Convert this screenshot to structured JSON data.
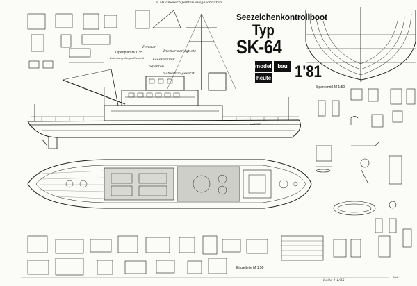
{
  "sheet": {
    "title": "Seezeichenkontrollboot",
    "type_line": "Typ",
    "model": "SK-64",
    "logo": {
      "top_left": "modell",
      "top_right": "bau",
      "bottom_left": "heute"
    },
    "issue": "1'81",
    "typeplan_label": "Typenplan  M 1:35",
    "drawing_credit": "Zeichnung: Jürgen Eichardt",
    "spant_label": "Spantenriß  M 1:50",
    "detail_label": "Einzelteile  M 1:50",
    "page_label": "Blatt 1",
    "hull_name": "LUSTER",
    "handwritten_top": "8 Millimeter Spanten ausgeschnitten",
    "handwritten_notes": [
      "Fenster",
      "Bretter zerlegt etc",
      "Gieskeramik",
      "Spanten",
      "Schwimm gesetzt"
    ],
    "corner_note": "Seite 1 1/35"
  }
}
